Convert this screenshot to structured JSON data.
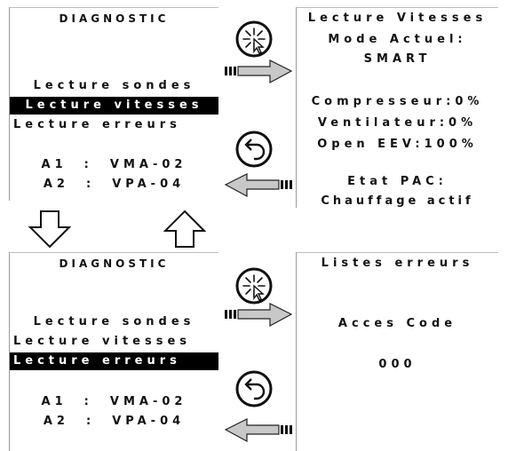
{
  "top_left": {
    "title": "DIAGNOSTIC",
    "menu": [
      "Lecture sondes",
      "Lecture vitesses",
      "Lecture erreurs"
    ],
    "a1": "A1  :  VMA-02",
    "a2": "A2  :  VPA-04"
  },
  "top_right": {
    "title": "Lecture Vitesses",
    "mode_label": "Mode Actuel:",
    "mode_value": "SMART",
    "compressor": "Compresseur:0%",
    "fan": "Ventilateur:0%",
    "eev": "Open EEV:100%",
    "state_label": "Etat PAC:",
    "state_value": "Chauffage actif"
  },
  "bottom_left": {
    "title": "DIAGNOSTIC",
    "menu": [
      "Lecture sondes",
      "Lecture vitesses",
      "Lecture erreurs"
    ],
    "a1": "A1  :  VMA-02",
    "a2": "A2  :  VPA-04"
  },
  "bottom_right": {
    "title": "Listes erreurs",
    "access": "Acces Code",
    "code": "000"
  },
  "colors": {
    "highlight": "#000000",
    "arrow_fill": "#c8c8c8",
    "arrow_stroke": "#222222"
  },
  "icons": [
    "select-touch-icon",
    "back-icon"
  ]
}
